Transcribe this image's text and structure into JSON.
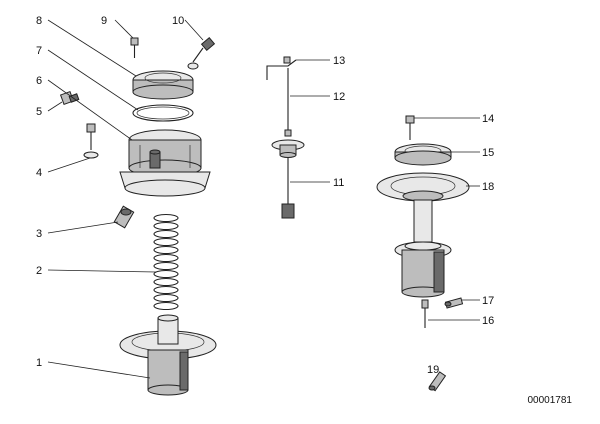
{
  "callouts": [
    "1",
    "2",
    "3",
    "4",
    "5",
    "6",
    "7",
    "8",
    "9",
    "10",
    "11",
    "12",
    "13",
    "14",
    "15",
    "16",
    "17",
    "18",
    "19"
  ],
  "drawing_code": "00001781"
}
